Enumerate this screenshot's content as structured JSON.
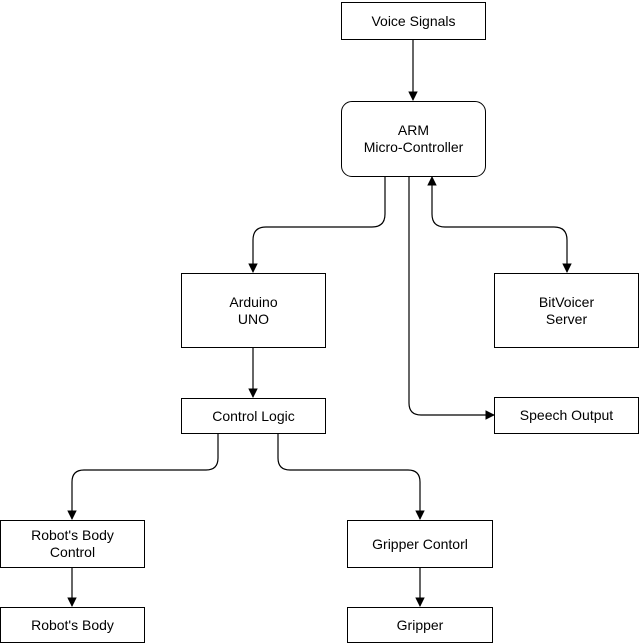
{
  "diagram": {
    "nodes": {
      "voice_signals": "Voice Signals",
      "arm": "ARM\nMicro-Controller",
      "arduino": "Arduino\nUNO",
      "bitvoicer": "BitVoicer\nServer",
      "control_logic": "Control Logic",
      "speech_output": "Speech Output",
      "body_control": "Robot's Body\nControl",
      "gripper_control": "Gripper Contorl",
      "robot_body": "Robot's Body",
      "gripper": "Gripper"
    },
    "edges": [
      {
        "from": "voice_signals",
        "to": "arm"
      },
      {
        "from": "arm",
        "to": "arduino"
      },
      {
        "from": "arm",
        "to": "bitvoicer",
        "bidirectional": true
      },
      {
        "from": "arm",
        "to": "speech_output"
      },
      {
        "from": "arduino",
        "to": "control_logic"
      },
      {
        "from": "control_logic",
        "to": "body_control"
      },
      {
        "from": "control_logic",
        "to": "gripper_control"
      },
      {
        "from": "body_control",
        "to": "robot_body"
      },
      {
        "from": "gripper_control",
        "to": "gripper"
      }
    ]
  }
}
